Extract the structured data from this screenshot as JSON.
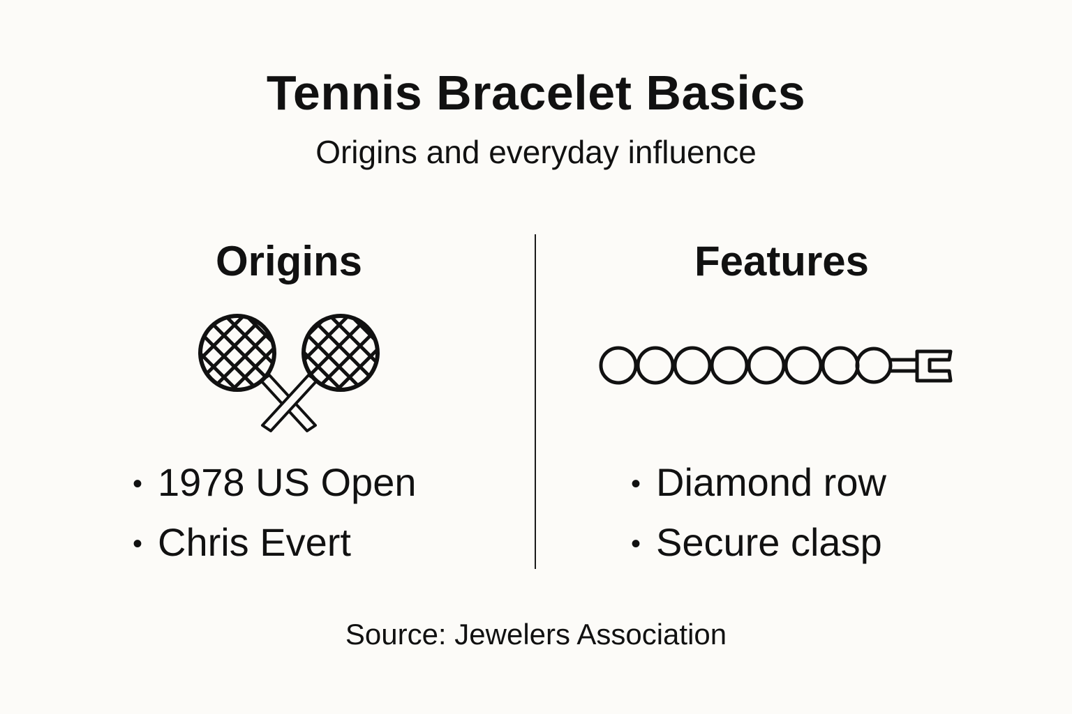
{
  "header": {
    "title": "Tennis Bracelet Basics",
    "subtitle": "Origins and everyday influence"
  },
  "origins": {
    "heading": "Origins",
    "icon": "crossed-rackets-icon",
    "items": [
      "1978 US Open",
      "Chris Evert"
    ]
  },
  "features": {
    "heading": "Features",
    "icon": "bracelet-icon",
    "items": [
      "Diamond row",
      "Secure clasp"
    ]
  },
  "footer": {
    "source": "Source: Jewelers Association"
  },
  "colors": {
    "background": "#fcfbf8",
    "ink": "#111111"
  }
}
